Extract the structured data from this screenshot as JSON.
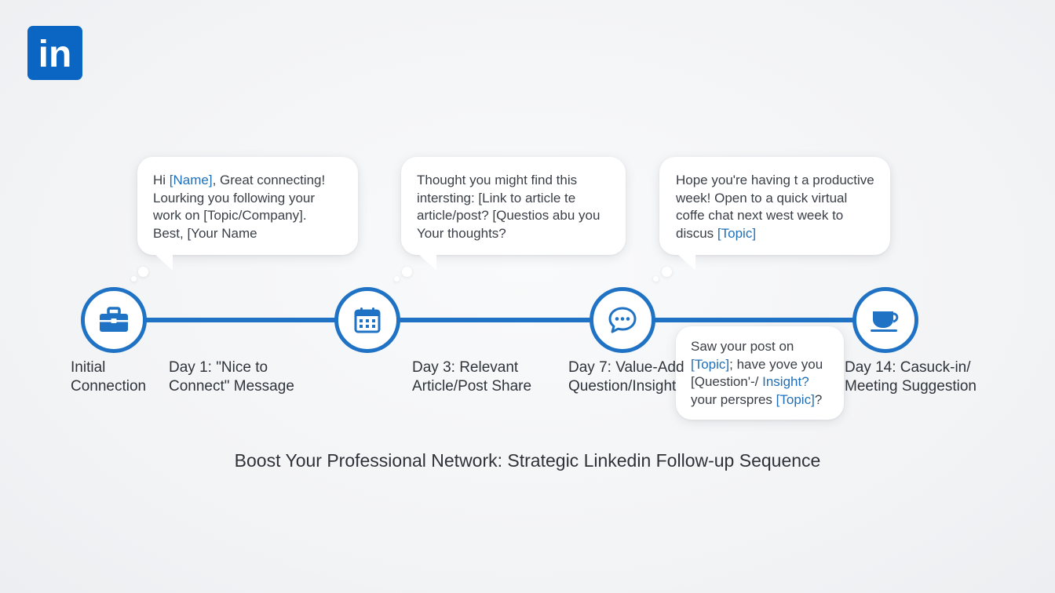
{
  "brand": {
    "logo_text": "in",
    "color": "#0a66c2"
  },
  "accent_color": "#1f72c4",
  "steps": [
    {
      "icon": "briefcase-icon",
      "label_lines": [
        "Initial",
        "Connection"
      ]
    },
    {
      "icon": "calendar-icon",
      "label_lines": [
        "Day 1: \"Nice to",
        "Connect\" Message"
      ]
    },
    {
      "icon": "calendar-icon",
      "label_lines": [
        "Day 3: Relevant",
        "Article/Post Share"
      ]
    },
    {
      "icon": "chat-bubble-icon",
      "label_lines": [
        "Day 7: Value-Add",
        "Question/Insight"
      ]
    },
    {
      "icon": "coffee-cup-icon",
      "label_lines": [
        "Day 14: Casuck-in/",
        "Meeting Suggestion"
      ]
    }
  ],
  "messages": [
    {
      "lines": [
        [
          "Hi ",
          "[Name]",
          ", Great connecting!"
        ],
        [
          "Lourking  you following your"
        ],
        [
          "work on [Topic/Company]."
        ],
        [
          "Best, [Your Name"
        ]
      ]
    },
    {
      "lines": [
        [
          "Thought you might find this"
        ],
        [
          "intersting: [Link to article te"
        ],
        [
          "article/post? [Questios abu you"
        ],
        [
          "Your thoughts?"
        ]
      ]
    },
    {
      "lines": [
        [
          "Hope you're having t a productive"
        ],
        [
          "week! Open to a quick virtual"
        ],
        [
          "coffe chat next west week to"
        ],
        [
          "discus ",
          "[Topic]"
        ]
      ]
    },
    {
      "lines": [
        [
          "Saw your post on"
        ],
        [
          "[Topic]",
          "; have yove you"
        ],
        [
          "[Question'-/ ",
          "Insight?"
        ],
        [
          "your perspres ",
          "[Topic]",
          "?"
        ]
      ]
    }
  ],
  "title": "Boost Your Professional Network: Strategic Linkedin Follow-up Sequence"
}
